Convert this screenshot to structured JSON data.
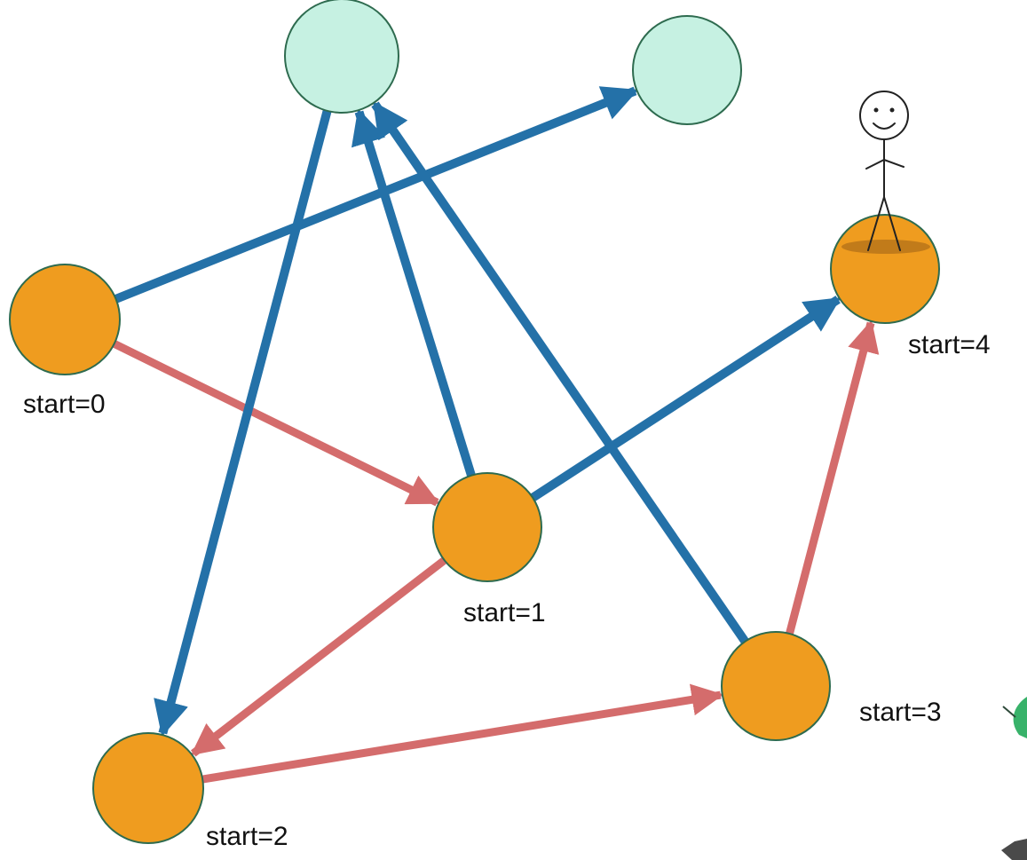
{
  "colors": {
    "start_node": "#ef9c1f",
    "target_node": "#c6f1e2",
    "node_outline": "#2e6b4f",
    "blue_edge": "#2471a8",
    "red_edge": "#d46c6c"
  },
  "nodes": [
    {
      "id": "top-left-target",
      "kind": "target",
      "label": ""
    },
    {
      "id": "top-right-target",
      "kind": "target",
      "label": ""
    },
    {
      "id": "start-0",
      "kind": "start",
      "label": "start=0"
    },
    {
      "id": "start-1",
      "kind": "start",
      "label": "start=1"
    },
    {
      "id": "start-2",
      "kind": "start",
      "label": "start=2"
    },
    {
      "id": "start-3",
      "kind": "start",
      "label": "start=3"
    },
    {
      "id": "start-4",
      "kind": "start",
      "label": "start=4"
    }
  ],
  "edges": [
    {
      "from": "start-0",
      "to": "top-right-target",
      "color": "blue"
    },
    {
      "from": "start-0",
      "to": "start-1",
      "color": "red"
    },
    {
      "from": "start-1",
      "to": "top-left-target",
      "color": "blue"
    },
    {
      "from": "start-1",
      "to": "start-4",
      "color": "blue"
    },
    {
      "from": "start-1",
      "to": "start-2",
      "color": "red"
    },
    {
      "from": "top-left-target",
      "to": "start-2",
      "color": "blue"
    },
    {
      "from": "start-3",
      "to": "top-left-target",
      "color": "blue"
    },
    {
      "from": "start-2",
      "to": "start-3",
      "color": "red"
    },
    {
      "from": "start-3",
      "to": "start-4",
      "color": "red"
    }
  ],
  "figure": {
    "icon": "stick-figure-icon",
    "stands_on": "start-4"
  }
}
